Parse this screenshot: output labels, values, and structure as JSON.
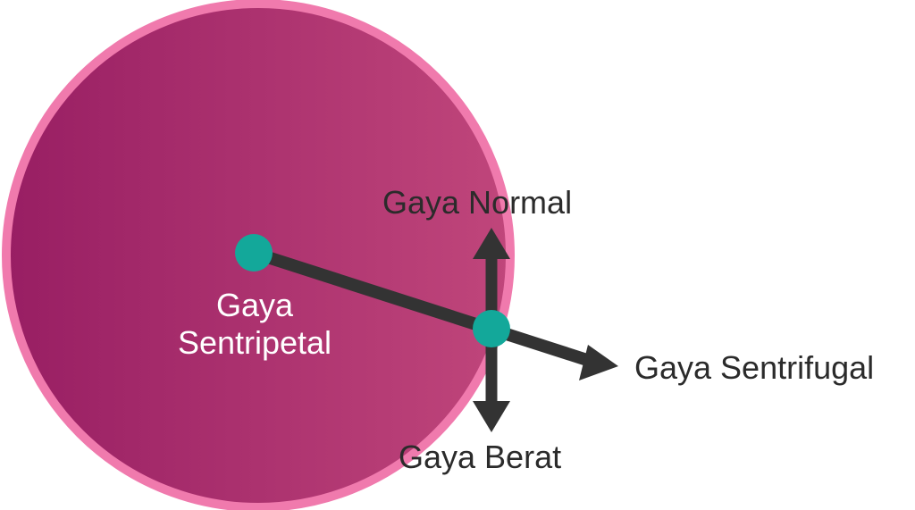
{
  "colors": {
    "circle_fill_left": "#981e63",
    "circle_fill_right": "#c0467b",
    "circle_border": "#f07aad",
    "dot": "#13a89a",
    "arrow": "#333333",
    "label_dark": "#2b2b2b",
    "label_light": "#ffffff"
  },
  "labels": {
    "normal": "Gaya Normal",
    "berat": "Gaya Berat",
    "sentrifugal": "Gaya Sentrifugal",
    "sentripetal_line1": "Gaya",
    "sentripetal_line2": "Sentripetal"
  }
}
